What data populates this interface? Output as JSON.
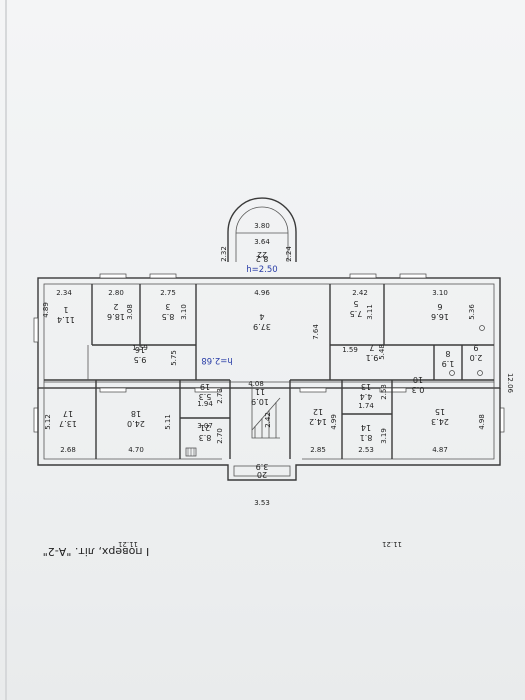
{
  "plan": {
    "caption": "І поверх, літ. \"А-2\"",
    "height_main": "h=2.68",
    "height_porch": "h=2.50",
    "porch": {
      "top": "3.80",
      "mid": "3.64",
      "num": "22",
      "area": "8.2",
      "left": "2.32",
      "right": "2.24"
    },
    "stair": {
      "num": "20",
      "area": "3.9",
      "w": "3.53"
    },
    "overall": {
      "right_h": "12.06",
      "bottom_left": "11.21",
      "bottom_right": "11.21"
    },
    "rooms": [
      {
        "id": "r1",
        "num": "1",
        "area": "11.4",
        "d1": "4.89",
        "d2": "2.34"
      },
      {
        "id": "r2",
        "num": "2",
        "area": "18.6",
        "d1": "3.08",
        "d2": "2.80"
      },
      {
        "id": "r3",
        "num": "3",
        "area": "8.5",
        "d1": "3.10",
        "d2": "2.75"
      },
      {
        "id": "r4",
        "num": "4",
        "area": "37.9",
        "d1": "7.64",
        "d2": "4.96"
      },
      {
        "id": "r5",
        "num": "5",
        "area": "7.5",
        "d1": "3.11",
        "d2": "2.42"
      },
      {
        "id": "r6",
        "num": "6",
        "area": "16.6",
        "d1": "5.36",
        "d2": "3.10"
      },
      {
        "id": "r7",
        "num": "7",
        "area": "9.1",
        "d1": "5.48",
        "d2": "1.59"
      },
      {
        "id": "r8",
        "num": "8",
        "area": "1.9",
        "d1": "",
        "d2": ""
      },
      {
        "id": "r9",
        "num": "9",
        "area": "2.0",
        "d1": "",
        "d2": ""
      },
      {
        "id": "r10",
        "num": "10",
        "area": "0.3",
        "d1": "",
        "d2": ""
      },
      {
        "id": "r11",
        "num": "11",
        "area": "10.9",
        "d1": "2.42",
        "d2": "4.08"
      },
      {
        "id": "r12",
        "num": "12",
        "area": "14.2",
        "d1": "4.99",
        "d2": "2.85"
      },
      {
        "id": "r13",
        "num": "13",
        "area": "4.4",
        "d1": "2.53",
        "d2": "1.74"
      },
      {
        "id": "r14",
        "num": "14",
        "area": "8.1",
        "d1": "3.19",
        "d2": "2.53"
      },
      {
        "id": "r15",
        "num": "15",
        "area": "24.3",
        "d1": "4.98",
        "d2": "4.87"
      },
      {
        "id": "r16",
        "num": "16",
        "area": "9.5",
        "d1": "5.75",
        "d2": "1.59"
      },
      {
        "id": "r17",
        "num": "17",
        "area": "13.7",
        "d1": "5.12",
        "d2": "2.68"
      },
      {
        "id": "r18",
        "num": "18",
        "area": "24.0",
        "d1": "5.11",
        "d2": "4.70"
      },
      {
        "id": "r19",
        "num": "19",
        "area": "5.3",
        "d1": "2.73",
        "d2": "1.94"
      },
      {
        "id": "r21",
        "num": "21",
        "area": "8.3",
        "d1": "2.70",
        "d2": "3.07"
      }
    ]
  },
  "colors": {
    "wall": "#3a3a3a",
    "blue": "#2a3ea8",
    "paper": "#f1f2f3"
  }
}
